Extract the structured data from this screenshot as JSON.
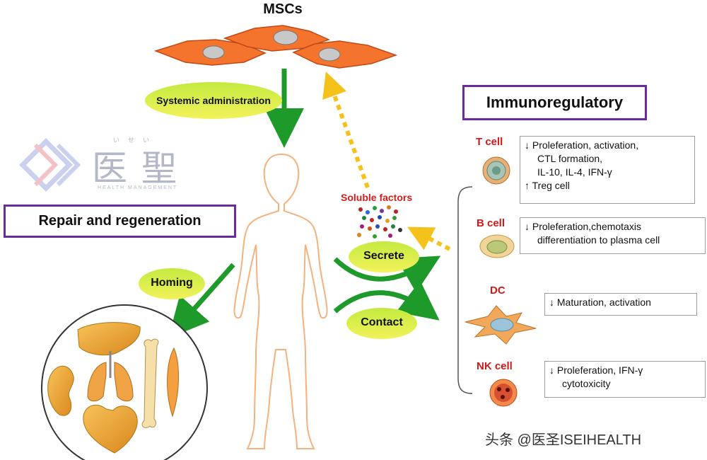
{
  "title": "MSCs",
  "labels": {
    "systemic": "Systemic administration",
    "homing": "Homing",
    "secrete": "Secrete",
    "contact": "Contact",
    "soluble": "Soluble factors"
  },
  "boxes": {
    "repair": "Repair and regeneration",
    "immuno": "Immunoregulatory"
  },
  "cells": [
    {
      "name": "T cell",
      "effects": [
        "↓ Proleferation, activation,",
        "CTL formation,",
        "IL-10, IL-4, IFN-γ",
        "↑ Treg cell"
      ]
    },
    {
      "name": "B cell",
      "effects": [
        "↓ Proleferation,chemotaxis",
        "differentiation to plasma cell"
      ]
    },
    {
      "name": "DC",
      "effects": [
        "↓ Maturation, activation"
      ]
    },
    {
      "name": "NK cell",
      "effects": [
        "↓ Proleferation, IFN-γ",
        "cytotoxicity"
      ]
    }
  ],
  "watermark": {
    "chinese": "医聖",
    "ruby": "いせい",
    "english": "HEALTH MANAGEMENT"
  },
  "footer": "头条 @医圣ISEIHEALTH",
  "colors": {
    "arrow_green": "#1e9a2a",
    "arrow_yellow": "#f4c21a",
    "box_border": "#6a2b9e",
    "cell_label": "#d01818"
  }
}
